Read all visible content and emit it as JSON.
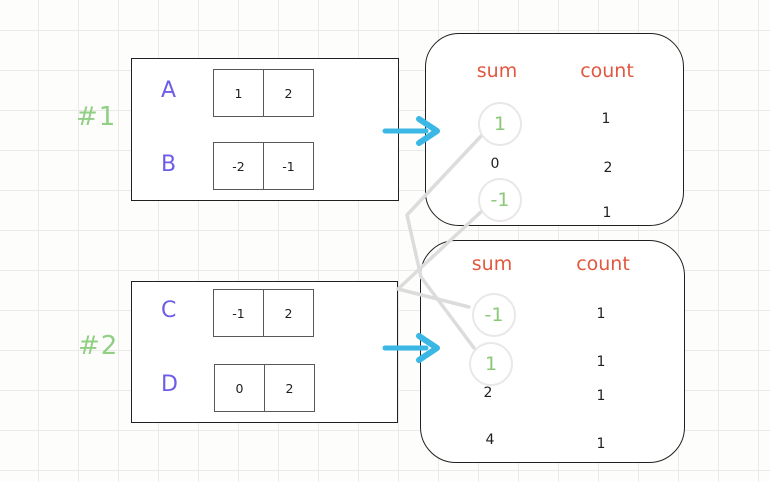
{
  "palette": {
    "purple": "#6d5ce8",
    "green_text": "#8bc878",
    "green_label": "#90cf84",
    "orange": "#e2573f",
    "cyan": "#3ab7e5",
    "connector_gray": "#dcdcdc"
  },
  "groups": [
    {
      "label": "#1",
      "arrays": [
        {
          "name": "A",
          "cells": [
            "1",
            "2"
          ]
        },
        {
          "name": "B",
          "cells": [
            "-2",
            "-1"
          ]
        }
      ],
      "result": {
        "headers": [
          "sum",
          "count"
        ],
        "rows": [
          {
            "sum": "1",
            "count": "1",
            "circled": true
          },
          {
            "sum": "0",
            "count": "2",
            "circled": false
          },
          {
            "sum": "-1",
            "count": "1",
            "circled": true
          }
        ]
      }
    },
    {
      "label": "#2",
      "arrays": [
        {
          "name": "C",
          "cells": [
            "-1",
            "2"
          ]
        },
        {
          "name": "D",
          "cells": [
            "0",
            "2"
          ]
        }
      ],
      "result": {
        "headers": [
          "sum",
          "count"
        ],
        "rows": [
          {
            "sum": "-1",
            "count": "1",
            "circled": true
          },
          {
            "sum": "1",
            "count": "1",
            "circled": true
          },
          {
            "sum": "2",
            "count": "1",
            "circled": false
          },
          {
            "sum": "4",
            "count": "1",
            "circled": false
          }
        ]
      }
    }
  ],
  "icons": [
    {
      "name": "arrow-right-icon",
      "meaning": "maps arrays to grouped result"
    }
  ],
  "connections": [
    {
      "from": "group #1 sum 1",
      "to": "group #2 sum 1"
    },
    {
      "from": "group #1 sum -1",
      "to": "group #2 sum -1"
    }
  ]
}
